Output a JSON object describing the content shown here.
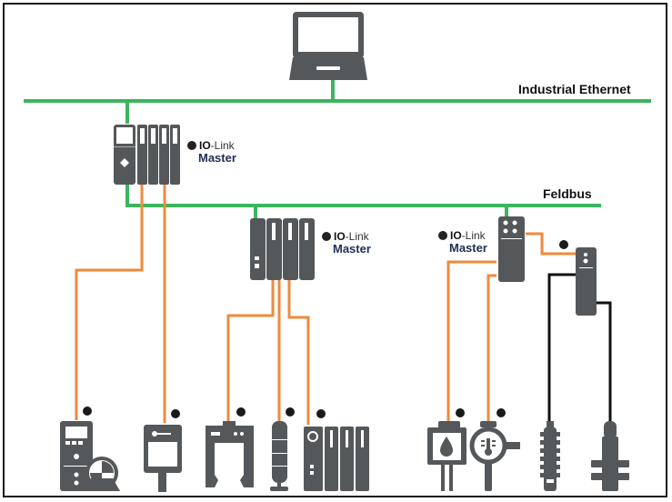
{
  "networks": {
    "industrial_ethernet": {
      "label": "Industrial Ethernet"
    },
    "fieldbus": {
      "label": "Feldbus"
    }
  },
  "masters": [
    {
      "id": "master-1",
      "io": "IO",
      "link": "-Link",
      "role": "Master"
    },
    {
      "id": "master-2",
      "io": "IO",
      "link": "-Link",
      "role": "Master"
    },
    {
      "id": "master-3",
      "io": "IO",
      "link": "-Link",
      "role": "Master"
    }
  ],
  "colors": {
    "ethernet": "#3cb55e",
    "io_link": "#f08a3c",
    "standard_io": "#111111",
    "device": "#55585a",
    "frame": "#1a1a1a"
  },
  "devices": [
    {
      "name": "drive-with-motor",
      "connection": "io-link"
    },
    {
      "name": "rfid-reader",
      "connection": "io-link"
    },
    {
      "name": "fork-sensor",
      "connection": "io-link"
    },
    {
      "name": "signal-tower",
      "connection": "io-link"
    },
    {
      "name": "io-module",
      "connection": "io-link"
    },
    {
      "name": "fluid-level-sensor",
      "connection": "io-link"
    },
    {
      "name": "temperature-sensor",
      "connection": "io-link"
    },
    {
      "name": "standard-sensor",
      "connection": "standard"
    },
    {
      "name": "inductive-sensor",
      "connection": "standard"
    }
  ]
}
